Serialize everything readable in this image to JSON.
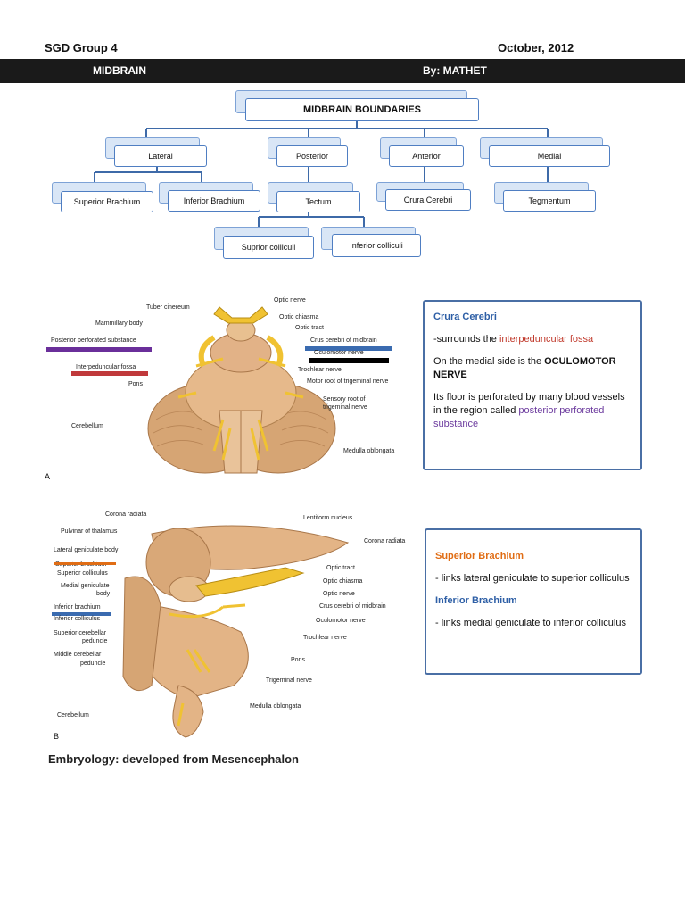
{
  "header": {
    "left": "SGD Group 4",
    "right": "October, 2012",
    "bar_title": "MIDBRAIN",
    "bar_author": "By: MATHET"
  },
  "chart": {
    "root": "MIDBRAIN BOUNDARIES",
    "lateral": "Lateral",
    "posterior": "Posterior",
    "anterior": "Anterior",
    "medial": "Medial",
    "superior_brachium": "Superior Brachium",
    "inferior_brachium": "Inferior Brachium",
    "tectum": "Tectum",
    "crura_cerebri": "Crura Cerebri",
    "tegmentum": "Tegmentum",
    "superior_colliculi": "Suprior colliculi",
    "inferior_colliculi": "Inferior colliculi"
  },
  "figA": {
    "letter": "A",
    "labels": {
      "tuber": "Tuber cinereum",
      "mammillary": "Mammillary body",
      "post_perf": "Posterior perforated substance",
      "interped": "Interpeduncular fossa",
      "pons": "Pons",
      "cerebellum": "Cerebellum",
      "optic_nerve": "Optic nerve",
      "optic_chiasma": "Optic chiasma",
      "optic_tract": "Optic tract",
      "crus": "Crus cerebri of midbrain",
      "oculomotor": "Oculomotor nerve",
      "trochlear": "Trochlear nerve",
      "motor_root": "Motor root of trigeminal nerve",
      "sensory_root_1": "Sensory root of",
      "sensory_root_2": "trigeminal nerve",
      "medulla": "Medulla oblongata"
    }
  },
  "figB": {
    "letter": "B",
    "labels": {
      "corona1": "Corona radiata",
      "pulvinar": "Pulvinar of thalamus",
      "lgb": "Lateral geniculate body",
      "sup_brach": "Superior brachium",
      "sup_coll": "Superior colliculus",
      "mgb1": "Medial geniculate",
      "mgb2": "body",
      "inf_brach": "Inferior brachium",
      "inf_coll": "Inferior colliculus",
      "scp1": "Superior cerebellar",
      "scp2": "peduncle",
      "mcp1": "Middle cerebellar",
      "mcp2": "peduncle",
      "cerebellum": "Cerebellum",
      "lentiform": "Lentiform nucleus",
      "corona2": "Corona radiata",
      "optic_tract": "Optic tract",
      "optic_chiasma": "Optic chiasma",
      "optic_nerve": "Optic nerve",
      "crus": "Crus cerebri of midbrain",
      "oculomotor": "Oculomotor nerve",
      "trochlear": "Trochlear nerve",
      "pons": "Pons",
      "trigeminal": "Trigeminal nerve",
      "medulla": "Medulla oblongata"
    }
  },
  "info1": {
    "title": "Crura Cerebri",
    "l1_pre": "-surrounds the ",
    "l1_hl": "interpeduncular fossa",
    "l2": "On the medial side is the ",
    "l2_bold": "OCULOMOTOR NERVE",
    "l3": "Its floor is perforated by many blood vessels in the region called ",
    "l3_hl": "posterior perforated substance"
  },
  "info2": {
    "title1": "Superior Brachium",
    "text1": "- links lateral geniculate to superior colliculus",
    "title2": "Inferior Brachium",
    "text2": "- links medial geniculate to inferior colliculus"
  },
  "footer": "Embryology: developed from Mesencephalon",
  "colors": {
    "purple_line": "#6a2f9a",
    "red_line": "#c0393b",
    "blue_line": "#3a6bb0",
    "black_line": "#000000",
    "orange_line": "#e06d15",
    "tissue": "#e3b486",
    "nerve": "#f0c232"
  }
}
